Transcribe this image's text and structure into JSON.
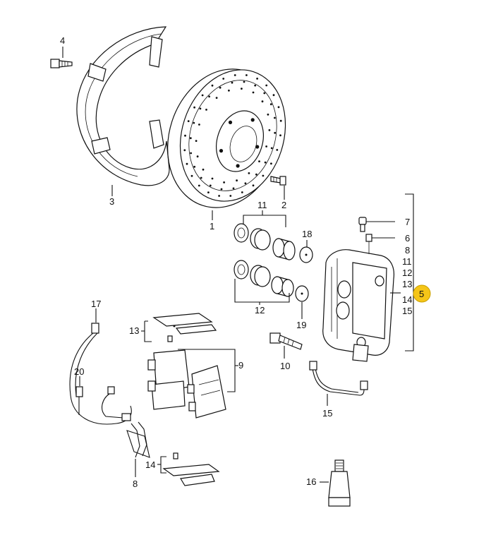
{
  "callouts": {
    "c1": "1",
    "c2": "2",
    "c3": "3",
    "c4": "4",
    "c5": "5",
    "c6": "6",
    "c7": "7",
    "c8": "8",
    "c9": "9",
    "c10": "10",
    "c11": "11",
    "c12": "12",
    "c13": "13",
    "c14": "14",
    "c15": "15",
    "c16": "16",
    "c17": "17",
    "c18": "18",
    "c19": "19",
    "c20": "20",
    "c13b": "13",
    "c14b": "14"
  },
  "bracket_list": [
    "8",
    "11",
    "12",
    "13",
    "14",
    "15"
  ],
  "highlight_color": "#f5c518"
}
